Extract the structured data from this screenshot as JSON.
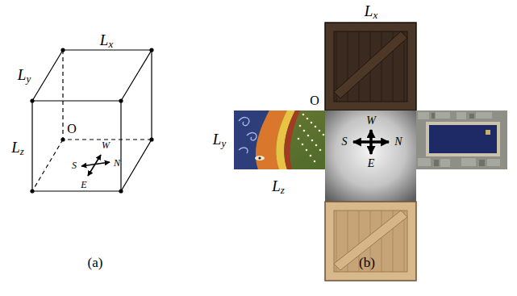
{
  "diagram": {
    "labels": [
      "Lx",
      "Ly",
      "Lz",
      "O",
      "W",
      "S",
      "N",
      "E",
      "Lx",
      "O",
      "Ly",
      "Lz",
      "W",
      "S",
      "N",
      "E",
      "(a)",
      "(b)"
    ]
  }
}
